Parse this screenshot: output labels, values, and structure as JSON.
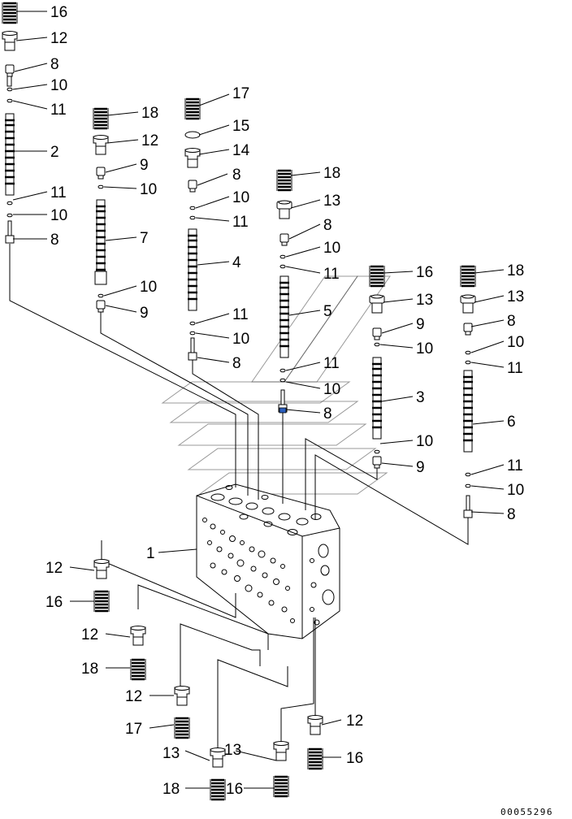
{
  "document_number": "00055296",
  "callouts": {
    "c1": "16",
    "c2": "12",
    "c3": "8",
    "c4": "10",
    "c5": "11",
    "c6": "2",
    "c7": "11",
    "c8": "10",
    "c9": "8",
    "c10": "18",
    "c11": "12",
    "c12": "9",
    "c13": "10",
    "c14": "7",
    "c15": "10",
    "c16": "9",
    "c17": "17",
    "c18": "15",
    "c19": "14",
    "c20": "8",
    "c21": "10",
    "c22": "11",
    "c23": "4",
    "c24": "11",
    "c25": "10",
    "c26": "8",
    "c27": "18",
    "c28": "13",
    "c29": "8",
    "c30": "10",
    "c31": "11",
    "c32": "5",
    "c33": "11",
    "c34": "10",
    "c35": "8",
    "c36": "16",
    "c37": "13",
    "c38": "9",
    "c39": "10",
    "c40": "3",
    "c41": "10",
    "c42": "9",
    "c43": "18",
    "c44": "13",
    "c45": "8",
    "c46": "10",
    "c47": "11",
    "c48": "6",
    "c49": "11",
    "c50": "10",
    "c51": "8",
    "c52": "1",
    "c53": "12",
    "c54": "16",
    "c55": "12",
    "c56": "18",
    "c57": "12",
    "c58": "17",
    "c59": "13",
    "c60": "13",
    "c61": "18",
    "c62": "16",
    "c63": "12",
    "c64": "16"
  }
}
